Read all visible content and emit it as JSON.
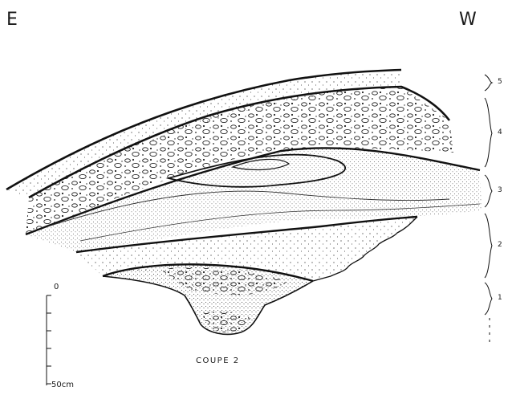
{
  "orientation": {
    "east": "E",
    "west": "W"
  },
  "caption": "COUPE 2",
  "scale": {
    "top_label": "0",
    "bottom_label": "50cm"
  },
  "layer_labels": [
    {
      "id": "5",
      "text": "5"
    },
    {
      "id": "4",
      "text": "4"
    },
    {
      "id": "3",
      "text": "3"
    },
    {
      "id": "2",
      "text": "2"
    },
    {
      "id": "1",
      "text": "1"
    }
  ]
}
